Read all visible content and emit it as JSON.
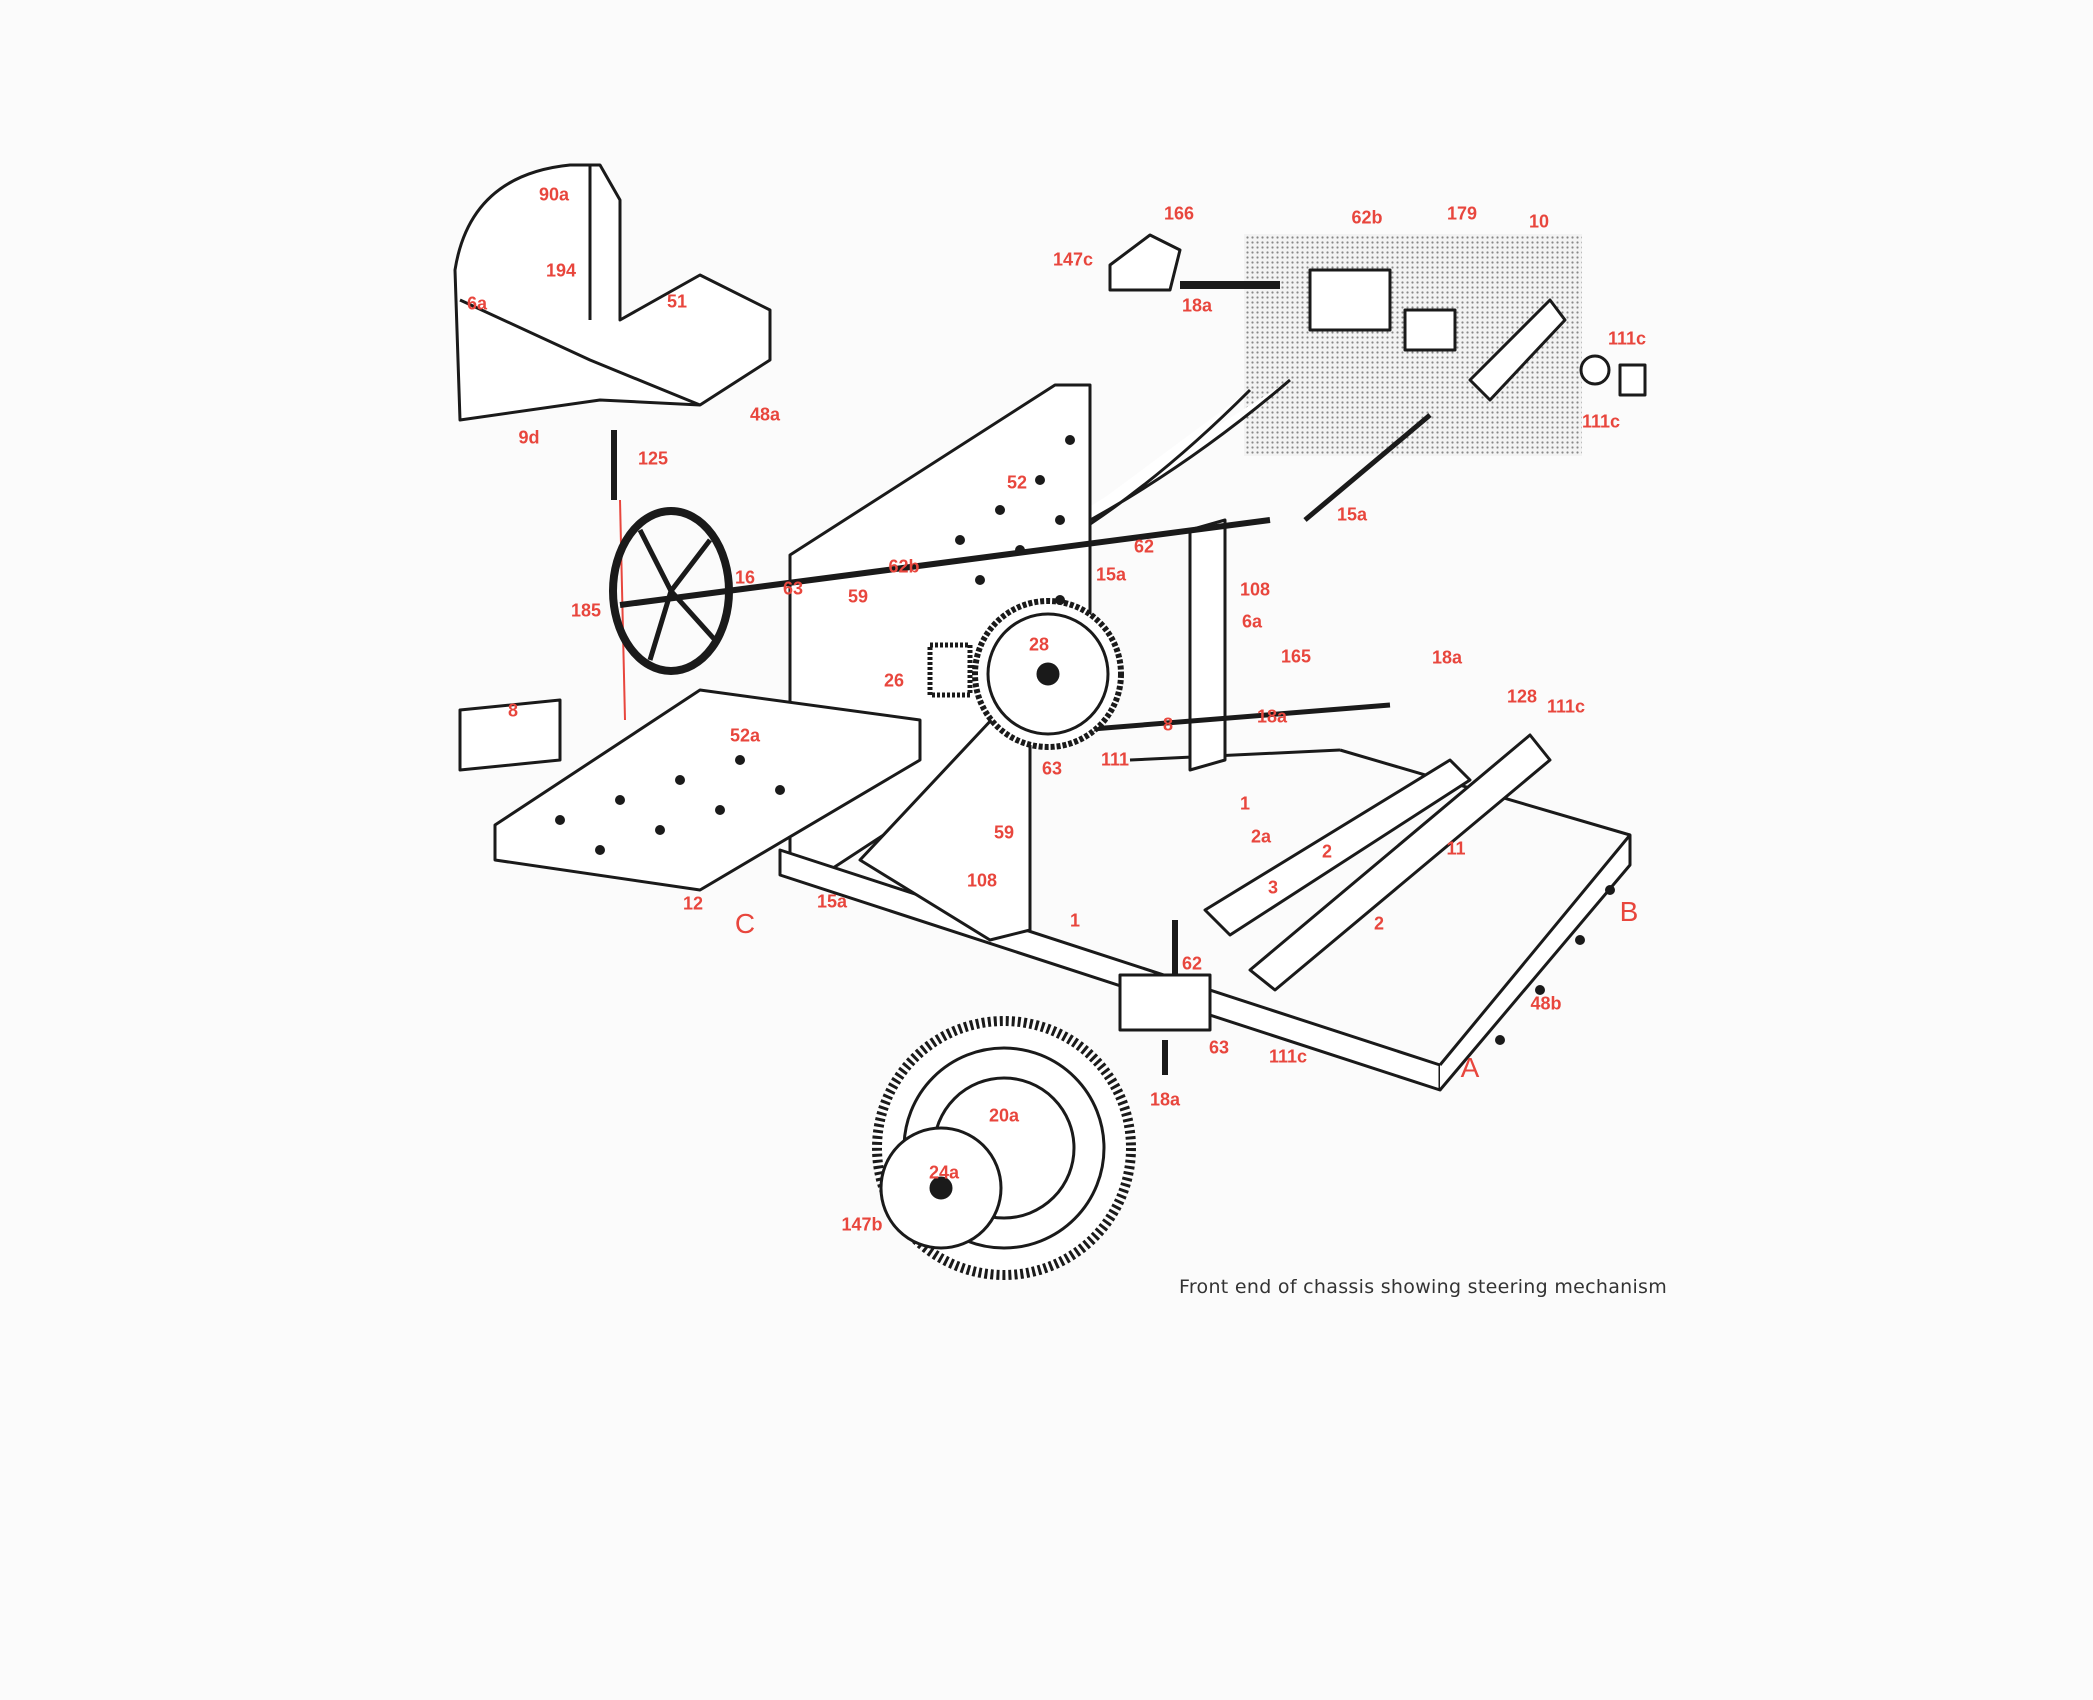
{
  "caption": "Front end of chassis showing steering mechanism",
  "colors": {
    "label": "#e8463d",
    "line": "#1a1a1a",
    "background": "#fbfbfb"
  },
  "labels": {
    "l90a": "90a",
    "l194": "194",
    "l6a_1": "6a",
    "l51": "51",
    "l48a": "48a",
    "l9d": "9d",
    "l125": "125",
    "l166": "166",
    "l147c": "147c",
    "l18a_1": "18a",
    "l62b_1": "62b",
    "l179": "179",
    "l10": "10",
    "l111c_1": "111c",
    "l111c_2": "111c",
    "l15a_1": "15a",
    "l52": "52",
    "l62_1": "62",
    "l15a_2": "15a",
    "l108_1": "108",
    "l6a_2": "6a",
    "l185": "185",
    "l16": "16",
    "l63_1": "63",
    "l59_1": "59",
    "l62b_2": "62b",
    "l28": "28",
    "l26": "26",
    "l165": "165",
    "l18a_2": "18a",
    "l18a_3": "18a",
    "l128": "128",
    "l111c_3": "111c",
    "l8_1": "8",
    "l52a": "52a",
    "l8_2": "8",
    "l111": "111",
    "l63_2": "63",
    "l1_1": "1",
    "l2a": "2a",
    "l2_1": "2",
    "l11": "11",
    "l59_2": "59",
    "l3": "3",
    "l108_2": "108",
    "l1_2": "1",
    "l2_2": "2",
    "lB": "B",
    "l12": "12",
    "lC": "C",
    "l15a_3": "15a",
    "l62_2": "62",
    "l48b": "48b",
    "l63_3": "63",
    "l111c_4": "111c",
    "lA": "A",
    "l18a_4": "18a",
    "l20a": "20a",
    "l24a": "24a",
    "l147b": "147b"
  }
}
